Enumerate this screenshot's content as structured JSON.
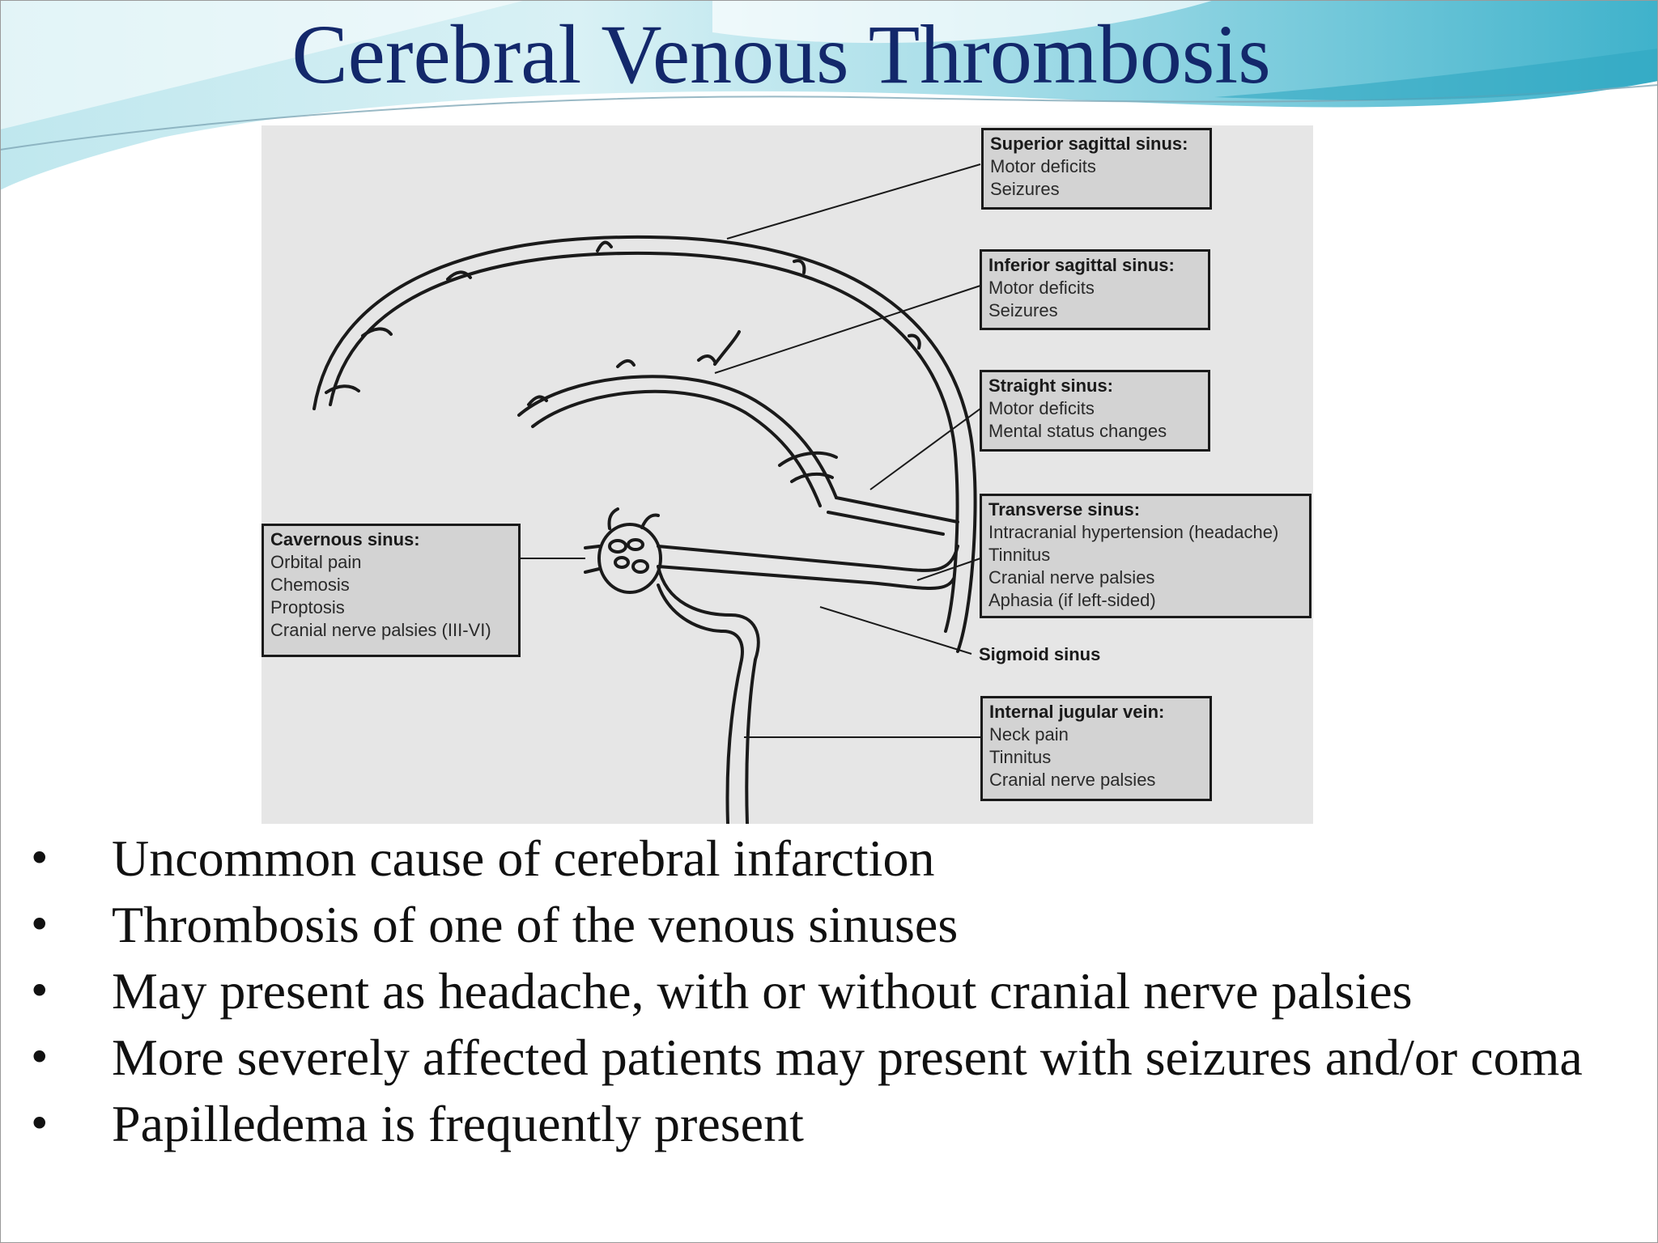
{
  "slide": {
    "title": "Cerebral Venous Thrombosis"
  },
  "diagram": {
    "callouts": {
      "superior_sagittal": {
        "title": "Superior sagittal sinus:",
        "lines": [
          "Motor deficits",
          "Seizures"
        ]
      },
      "inferior_sagittal": {
        "title": "Inferior sagittal sinus:",
        "lines": [
          "Motor deficits",
          "Seizures"
        ]
      },
      "straight": {
        "title": "Straight sinus:",
        "lines": [
          "Motor deficits",
          "Mental status changes"
        ]
      },
      "transverse": {
        "title": "Transverse sinus:",
        "lines": [
          "Intracranial hypertension (headache)",
          "Tinnitus",
          "Cranial nerve palsies",
          "Aphasia (if left-sided)"
        ]
      },
      "cavernous": {
        "title": "Cavernous sinus:",
        "lines": [
          "Orbital pain",
          "Chemosis",
          "Proptosis",
          "Cranial nerve palsies (III-VI)"
        ]
      },
      "internal_jugular": {
        "title": "Internal jugular vein:",
        "lines": [
          "Neck pain",
          "Tinnitus",
          "Cranial nerve palsies"
        ]
      }
    },
    "sigmoid_label": "Sigmoid sinus",
    "colors": {
      "background": "#e6e6e6",
      "box_fill": "#d3d3d3",
      "stroke": "#1a1a1a"
    }
  },
  "bullets": [
    "Uncommon cause of cerebral infarction",
    "Thrombosis of one of the venous sinuses",
    "May present as headache, with or without cranial nerve palsies",
    "More severely affected patients may present with seizures and/or coma",
    "Papilledema is frequently present"
  ],
  "bullet_symbol": "•",
  "theme": {
    "title_color": "#13286b",
    "wave_colors": [
      "#a8dce6",
      "#6cc6d8",
      "#2ea7c2"
    ]
  }
}
